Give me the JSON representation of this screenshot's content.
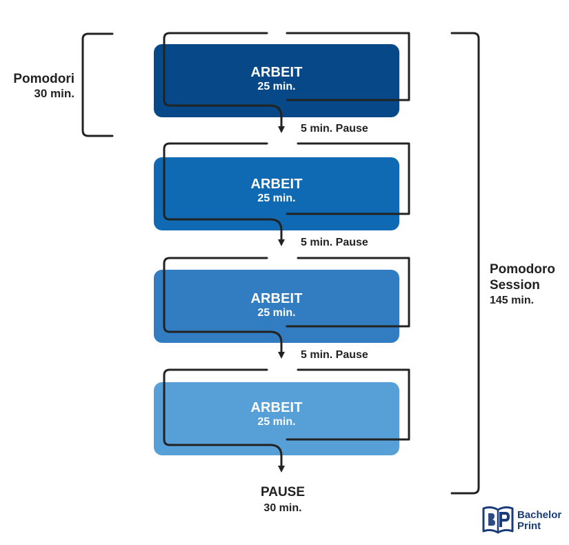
{
  "colors": {
    "box_1": "#074988",
    "box_2": "#0f6ab3",
    "box_3": "#327dc1",
    "box_4": "#579fd7",
    "line": "#222222",
    "text": "#222222",
    "white_text": "#ffffff",
    "logo": "#1a3c7a"
  },
  "work_blocks": [
    {
      "title": "ARBEIT",
      "duration": "25 min."
    },
    {
      "title": "ARBEIT",
      "duration": "25 min."
    },
    {
      "title": "ARBEIT",
      "duration": "25 min."
    },
    {
      "title": "ARBEIT",
      "duration": "25 min."
    }
  ],
  "short_pauses": [
    "5 min. Pause",
    "5 min. Pause",
    "5 min. Pause"
  ],
  "final_pause": {
    "title": "PAUSE",
    "duration": "30 min."
  },
  "pomodori": {
    "title": "Pomodori",
    "duration": "30 min."
  },
  "session": {
    "title_line_1": "Pomodoro",
    "title_line_2": "Session",
    "duration": "145 min."
  },
  "logo": {
    "name_line_1": "Bachelor",
    "name_line_2": "Print",
    "icon": "book-logo-icon"
  }
}
